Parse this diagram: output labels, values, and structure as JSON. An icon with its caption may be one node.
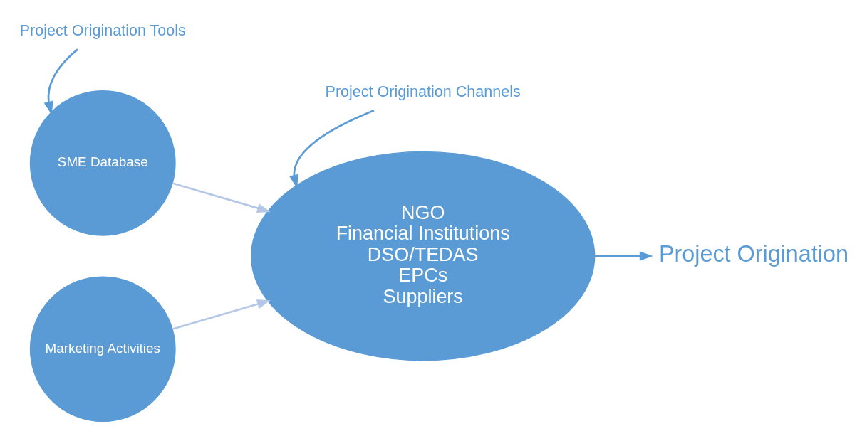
{
  "diagram": {
    "nodes": [
      {
        "text": [
          "Project Origination Tools"
        ]
      },
      {
        "text": [
          "Project Origination Channels"
        ]
      },
      {
        "text": [
          "SME Database"
        ]
      },
      {
        "text": [
          "Marketing Activities"
        ]
      },
      {
        "text": [
          "NGO",
          "Financial Institutions",
          "DSO/TEDAS",
          "EPCs",
          "Suppliers"
        ]
      },
      {
        "text": [
          "Project Origination"
        ]
      }
    ],
    "edges": [
      {
        "from": 0,
        "to": 2,
        "arrow": "to"
      },
      {
        "from": 1,
        "to": 4,
        "arrow": "to"
      },
      {
        "from": 2,
        "to": 4,
        "arrow": "to",
        "color": "#b4c7e7"
      },
      {
        "from": 3,
        "to": 4,
        "arrow": "to",
        "color": "#b4c7e7"
      },
      {
        "from": 4,
        "to": 5,
        "arrow": "to"
      }
    ]
  }
}
